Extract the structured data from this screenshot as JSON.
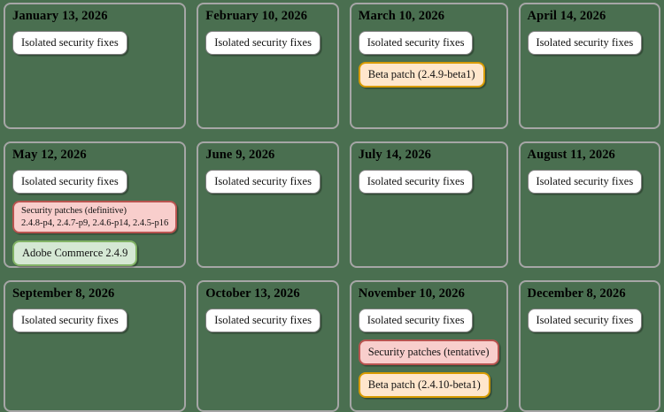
{
  "page": {
    "background": "#4a6f50",
    "cell_border_color": "#a6a6a6",
    "year": "2026",
    "description": "Monthly release schedule grid, 12 month cards"
  },
  "palette": {
    "white": {
      "bg": "#ffffff",
      "border": "#7f7f7f"
    },
    "orange": {
      "bg": "#ffe6cc",
      "border": "#d79b00"
    },
    "pink": {
      "bg": "#f8cecc",
      "border": "#b85450"
    },
    "green": {
      "bg": "#d5e8d4",
      "border": "#82b366"
    }
  },
  "months": [
    {
      "label": "January 13, 2026",
      "badges": [
        {
          "type": "white",
          "lines": [
            "Isolated security fixes"
          ]
        }
      ]
    },
    {
      "label": "February 10, 2026",
      "badges": [
        {
          "type": "white",
          "lines": [
            "Isolated security fixes"
          ]
        }
      ]
    },
    {
      "label": "March 10, 2026",
      "badges": [
        {
          "type": "white",
          "lines": [
            "Isolated security fixes"
          ]
        },
        {
          "type": "orange",
          "lines": [
            "Beta patch (2.4.9-beta1)"
          ]
        }
      ]
    },
    {
      "label": "April 14, 2026",
      "badges": [
        {
          "type": "white",
          "lines": [
            "Isolated security fixes"
          ]
        }
      ]
    },
    {
      "label": "May 12, 2026",
      "badges": [
        {
          "type": "white",
          "lines": [
            "Isolated security fixes"
          ]
        },
        {
          "type": "pink",
          "lines": [
            "Security patches (definitive)",
            "2.4.8-p4, 2.4.7-p9, 2.4.6-p14, 2.4.5-p16"
          ]
        },
        {
          "type": "green",
          "lines": [
            "Adobe Commerce 2.4.9"
          ]
        }
      ]
    },
    {
      "label": "June 9, 2026",
      "badges": [
        {
          "type": "white",
          "lines": [
            "Isolated security fixes"
          ]
        }
      ]
    },
    {
      "label": "July 14, 2026",
      "badges": [
        {
          "type": "white",
          "lines": [
            "Isolated security fixes"
          ]
        }
      ]
    },
    {
      "label": "August 11, 2026",
      "badges": [
        {
          "type": "white",
          "lines": [
            "Isolated security fixes"
          ]
        }
      ]
    },
    {
      "label": "September 8, 2026",
      "badges": [
        {
          "type": "white",
          "lines": [
            "Isolated security fixes"
          ]
        }
      ]
    },
    {
      "label": "October 13, 2026",
      "badges": [
        {
          "type": "white",
          "lines": [
            "Isolated security fixes"
          ]
        }
      ]
    },
    {
      "label": "November 10, 2026",
      "badges": [
        {
          "type": "white",
          "lines": [
            "Isolated security fixes"
          ]
        },
        {
          "type": "pink",
          "lines": [
            "Security patches (tentative)"
          ]
        },
        {
          "type": "orange",
          "lines": [
            "Beta patch (2.4.10-beta1)"
          ]
        }
      ]
    },
    {
      "label": "December 8, 2026",
      "badges": [
        {
          "type": "white",
          "lines": [
            "Isolated security fixes"
          ]
        }
      ]
    }
  ]
}
